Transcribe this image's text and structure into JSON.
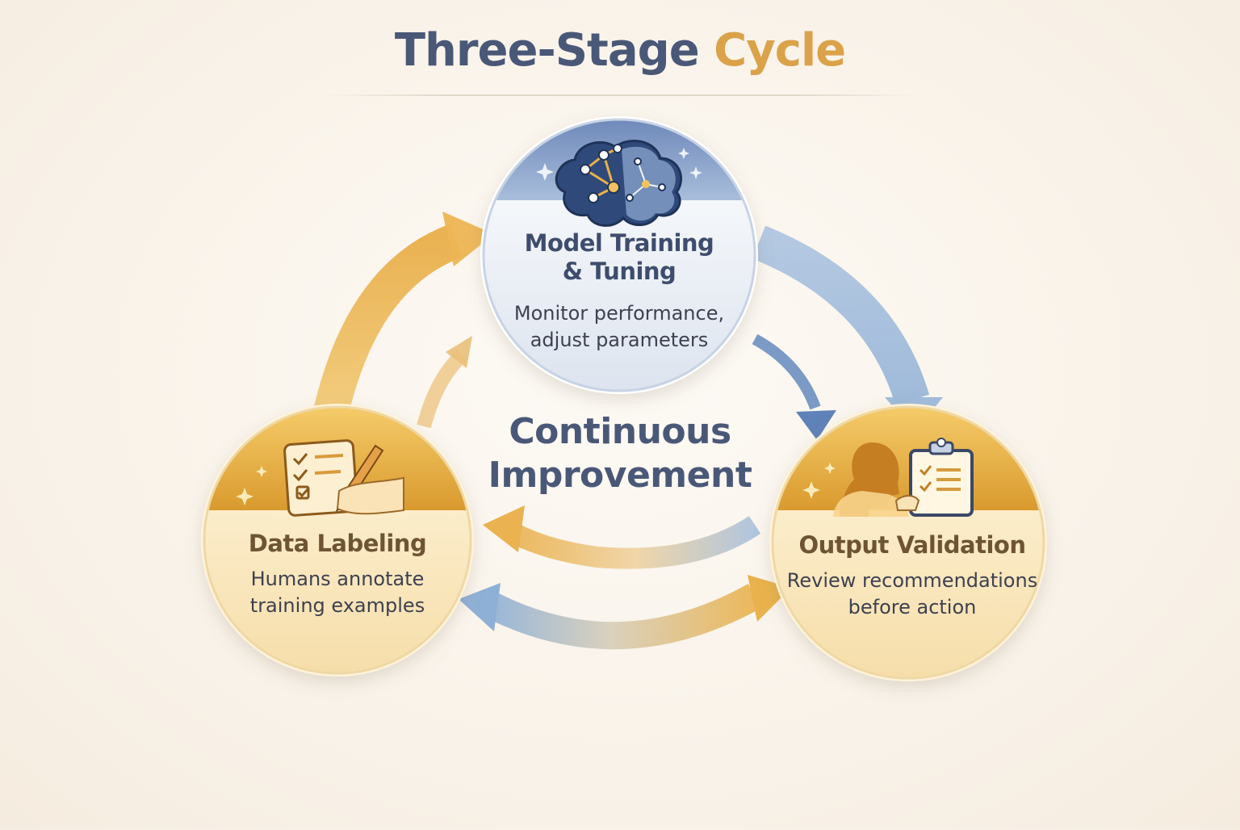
{
  "title": {
    "part1": "Three-Stage",
    "part2": "Cycle"
  },
  "center_label": {
    "line1": "Continuous",
    "line2": "Improvement"
  },
  "nodes": {
    "model_training": {
      "title_line1": "Model Training",
      "title_line2": "& Tuning",
      "desc_line1": "Monitor performance,",
      "desc_line2": "adjust parameters",
      "icon": "brain-network-icon"
    },
    "data_labeling": {
      "title": "Data Labeling",
      "desc_line1": "Humans annotate",
      "desc_line2": "training examples",
      "icon": "checklist-pen-icon"
    },
    "output_validation": {
      "title": "Output Validation",
      "desc_line1": "Review recommendations",
      "desc_line2": "before action",
      "icon": "person-clipboard-icon"
    }
  },
  "colors": {
    "navy": "#4a5878",
    "gold": "#dba24a",
    "blue_arrow": "#8fb0d6",
    "gold_arrow": "#edbb5c"
  }
}
